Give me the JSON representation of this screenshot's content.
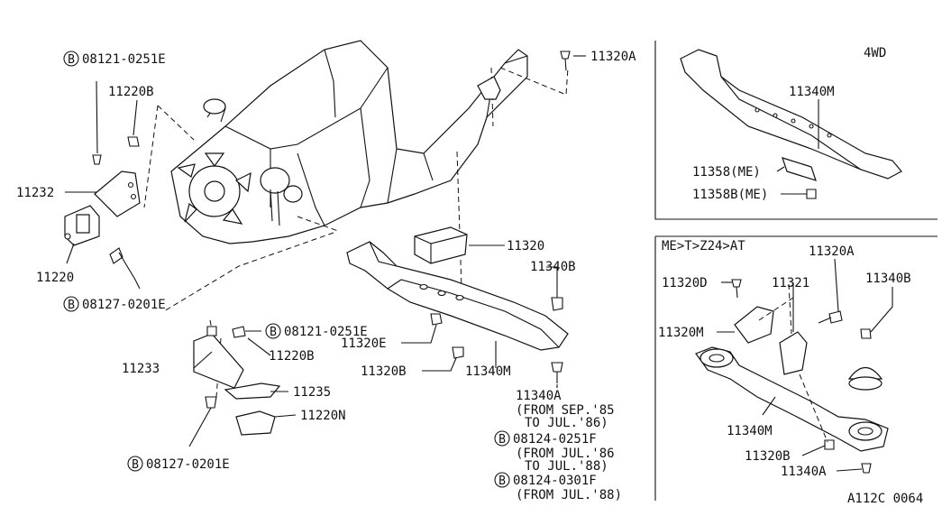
{
  "labels": {
    "bolt_tl": "08121-0251E",
    "p11220b_tl": "11220B",
    "p11232": "11232",
    "p11220": "11220",
    "bolt_lm": "08127-0201E",
    "bolt_mid": "08121-0251E",
    "p11220b_mid": "11220B",
    "p11233": "11233",
    "p11235": "11235",
    "p11220n": "11220N",
    "bolt_bottom": "08127-0201E",
    "p11320a_top": "11320A",
    "p11320": "11320",
    "p11340b": "11340B",
    "p11320e": "11320E",
    "p11320b": "11320B",
    "p11340m": "11340M",
    "p11340a": "11340A",
    "note1a": "(FROM SEP.'85",
    "note1b": "TO JUL.'86)",
    "bolt_n1": "08124-0251F",
    "note2a": "(FROM JUL.'86",
    "note2b": "TO JUL.'88)",
    "bolt_n2": "08124-0301F",
    "note3": "(FROM JUL.'88)",
    "panel1_title": "4WD",
    "panel1_11340m": "11340M",
    "panel1_11358": "11358(ME)",
    "panel1_11358b": "11358B(ME)",
    "panel2_title": "ME>T>Z24>AT",
    "panel2_11320a": "11320A",
    "panel2_11320d": "11320D",
    "panel2_11321": "11321",
    "panel2_11340b": "11340B",
    "panel2_11320m": "11320M",
    "panel2_11340m": "11340M",
    "panel2_11320b": "11320B",
    "panel2_11340a": "11340A",
    "diagram_code": "A112C 0064"
  },
  "bolt_marker": "B"
}
